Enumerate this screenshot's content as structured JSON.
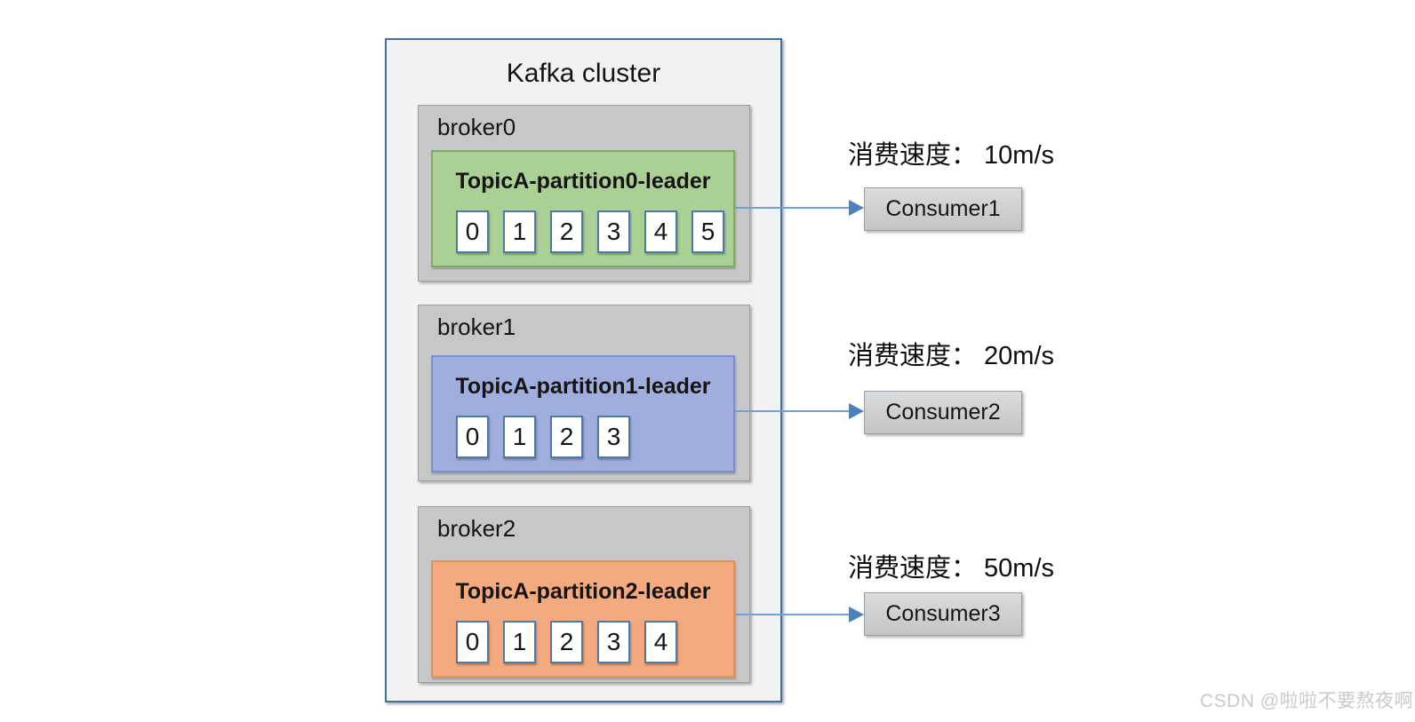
{
  "diagram": {
    "title": "Kafka cluster",
    "brokers": [
      {
        "name": "broker0",
        "partition": {
          "label": "TopicA-partition0-leader",
          "fill": "#ABD096",
          "border": "#7FAC63",
          "messages": [
            "0",
            "1",
            "2",
            "3",
            "4",
            "5"
          ]
        }
      },
      {
        "name": "broker1",
        "partition": {
          "label": "TopicA-partition1-leader",
          "fill": "#9FAEDC",
          "border": "#7D8FD1",
          "messages": [
            "0",
            "1",
            "2",
            "3"
          ]
        }
      },
      {
        "name": "broker2",
        "partition": {
          "label": "TopicA-partition2-leader",
          "fill": "#F5A97E",
          "border": "#E29357",
          "messages": [
            "0",
            "1",
            "2",
            "3",
            "4"
          ]
        }
      }
    ],
    "consumers": [
      {
        "speed_label": "消费速度： 10m/s",
        "label": "Consumer1"
      },
      {
        "speed_label": "消费速度： 20m/s",
        "label": "Consumer2"
      },
      {
        "speed_label": "消费速度： 50m/s",
        "label": "Consumer3"
      }
    ],
    "colors": {
      "cluster_border": "#41719C",
      "cluster_fill": "#F2F2F3",
      "broker_fill": "#C6C7C8",
      "message_border": "#4E7AA5",
      "arrow_line": "#6FA0D8",
      "arrow_head": "#4C80BE",
      "watermark_color": "#C9CACD"
    }
  },
  "watermark": "CSDN @啦啦不要熬夜啊"
}
